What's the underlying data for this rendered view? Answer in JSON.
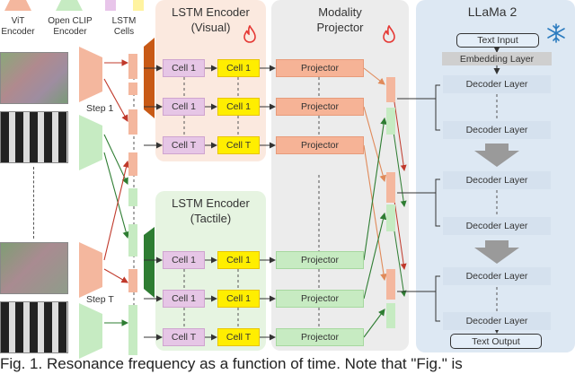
{
  "legend": {
    "vit": "ViT\nEncoder",
    "clip": "Open CLIP\nEncoder",
    "lstm_cells": "LSTM\nCells"
  },
  "steps": {
    "top": "Step 1",
    "bottom": "Step T"
  },
  "lstm_visual": {
    "title": "LSTM Encoder\n(Visual)",
    "rows": [
      [
        "Cell 1",
        "Cell 1"
      ],
      [
        "Cell 1",
        "Cell 1"
      ],
      [
        "Cell T",
        "Cell T"
      ]
    ]
  },
  "lstm_tactile": {
    "title": "LSTM Encoder\n(Tactile)",
    "rows": [
      [
        "Cell 1",
        "Cell 1"
      ],
      [
        "Cell 1",
        "Cell 1"
      ],
      [
        "Cell T",
        "Cell T"
      ]
    ]
  },
  "projector": {
    "title": "Modality\nProjector",
    "labels": [
      "Projector",
      "Projector",
      "Projector",
      "Projector",
      "Projector",
      "Projector"
    ]
  },
  "llama": {
    "title": "LLaMa 2",
    "text_input": "Text Input",
    "embedding": "Embedding Layer",
    "decoders": [
      "Decoder Layer",
      "Decoder Layer",
      "Decoder Layer",
      "Decoder Layer",
      "Decoder Layer",
      "Decoder Layer"
    ],
    "text_output": "Text Output"
  },
  "caption": "Fig. 1.  Resonance frequency as a function of time. Note that \"Fig.\" is",
  "colors": {
    "vit": "#f4b79e",
    "clip": "#c6ebc2",
    "lstm": "#e8c5ea",
    "orange": "#d2691e",
    "green": "#3c8b3c",
    "red_arrow": "#c0392b",
    "green_arrow": "#2e7d32"
  }
}
